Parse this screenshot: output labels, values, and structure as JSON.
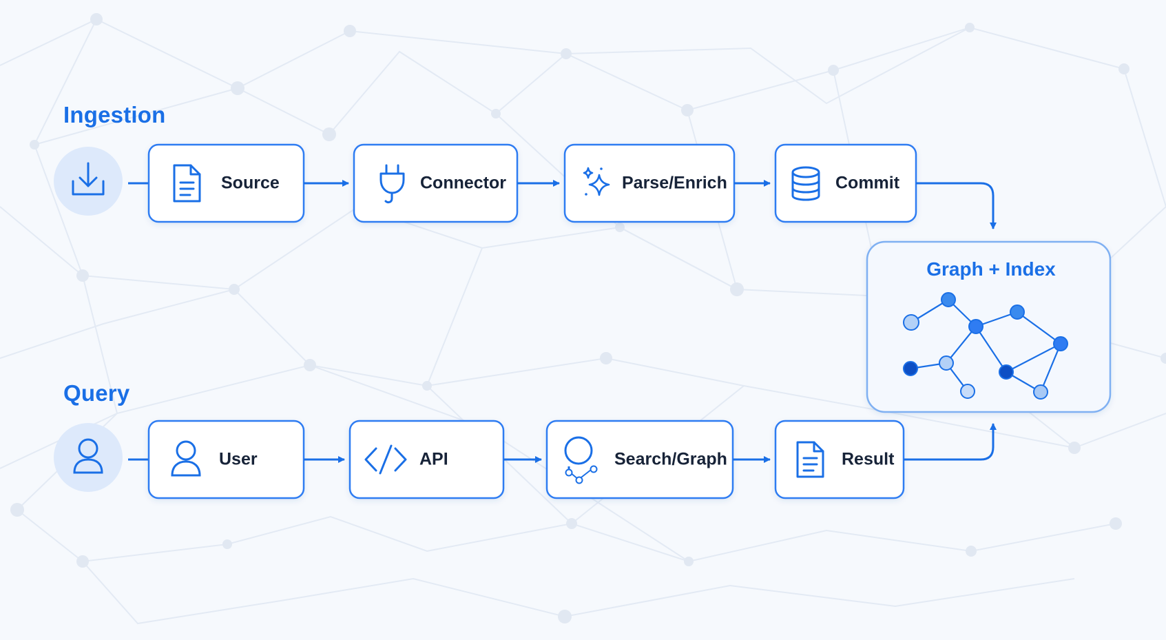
{
  "sections": {
    "ingestion": {
      "title": "Ingestion",
      "start_icon": "download-icon",
      "steps": [
        {
          "label": "Source",
          "icon": "document-icon"
        },
        {
          "label": "Connector",
          "icon": "plug-icon"
        },
        {
          "label": "Parse/Enrich",
          "icon": "sparkle-icon"
        },
        {
          "label": "Commit",
          "icon": "database-icon"
        }
      ]
    },
    "query": {
      "title": "Query",
      "start_icon": "user-icon",
      "steps": [
        {
          "label": "User",
          "icon": "user-icon"
        },
        {
          "label": "API",
          "icon": "code-icon"
        },
        {
          "label": "Search/Graph",
          "icon": "search-graph-icon"
        },
        {
          "label": "Result",
          "icon": "document-icon"
        }
      ]
    }
  },
  "graph_index": {
    "title": "Graph + Index",
    "icon": "network-graph-icon"
  },
  "colors": {
    "accent": "#1a6fe6",
    "text": "#172338",
    "node_border": "#2f7cf2",
    "background": "#f6f9fd",
    "circle_fill": "#dde9fb"
  }
}
